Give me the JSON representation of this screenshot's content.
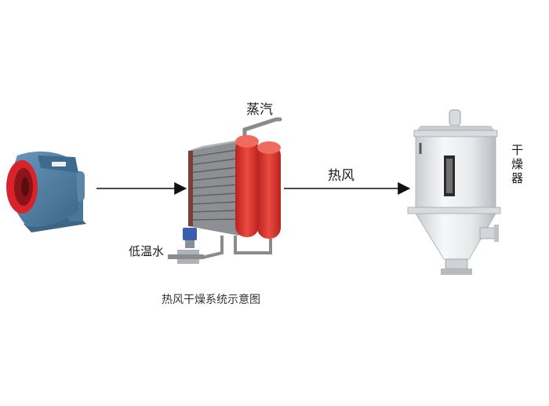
{
  "labels": {
    "steam": "蒸汽",
    "hot_air": "热风",
    "low_temp_water": "低温水",
    "dryer": "干燥器",
    "caption": "热风干燥系统示意图"
  },
  "colors": {
    "fan_blue": "#4f7fa2",
    "fan_inlet_red": "#d8232a",
    "heater_red": "#e03b34",
    "fins_gray": "#8e8f93",
    "arrow": "#111111",
    "dryer_white": "#eceef0"
  },
  "icons": {
    "fan": "centrifugal-fan-icon",
    "heater": "heat-exchanger-icon",
    "valve": "control-valve-icon",
    "dryer": "hopper-dryer-icon"
  }
}
